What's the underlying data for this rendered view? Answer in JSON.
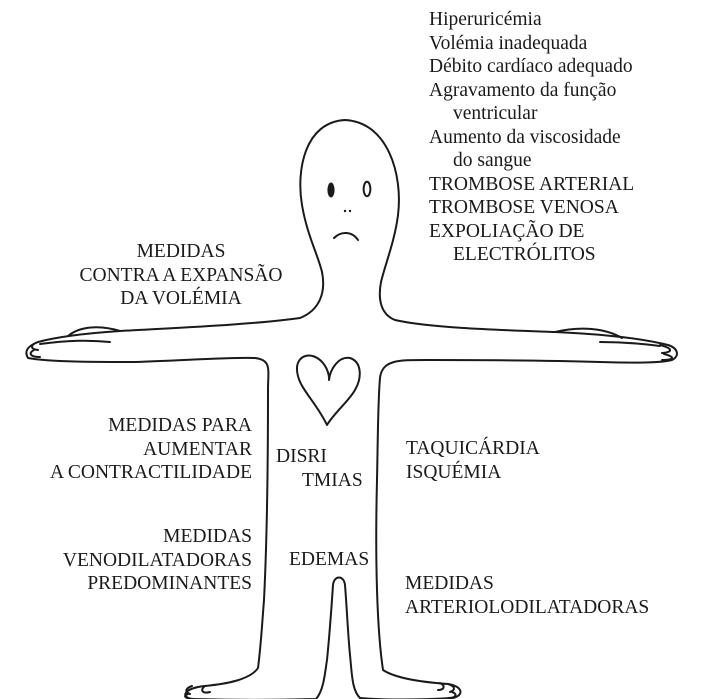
{
  "diagram": {
    "head_effects": [
      "Hiperuricémia",
      "Volémia inadequada",
      "Débito cardíaco adequado",
      "Agravamento da função",
      "ventricular",
      "Aumento da viscosidade",
      "do sangue",
      "TROMBOSE ARTERIAL",
      "TROMBOSE VENOSA",
      "EXPOLIAÇÃO DE",
      "ELECTRÓLITOS"
    ],
    "left_arm_label": [
      "MEDIDAS",
      "CONTRA A EXPANSÃO",
      "DA VOLÉMIA"
    ],
    "contractility_label": [
      "MEDIDAS PARA",
      "AUMENTAR",
      "A CONTRACTILIDADE"
    ],
    "venodilators_label": [
      "MEDIDAS",
      "VENODILATADORAS",
      "PREDOMINANTES"
    ],
    "disrhythmias_label": [
      "DISRI",
      "TMIAS"
    ],
    "edema_label": "EDEMAS",
    "right_torso_label": [
      "TAQUICÁRDIA",
      "ISQUÉMIA"
    ],
    "arteriolodilators_label": [
      "MEDIDAS",
      "ARTERIOLODILATADORAS"
    ]
  },
  "colors": {
    "ink": "#1a1a1a",
    "background": "#ffffff"
  }
}
